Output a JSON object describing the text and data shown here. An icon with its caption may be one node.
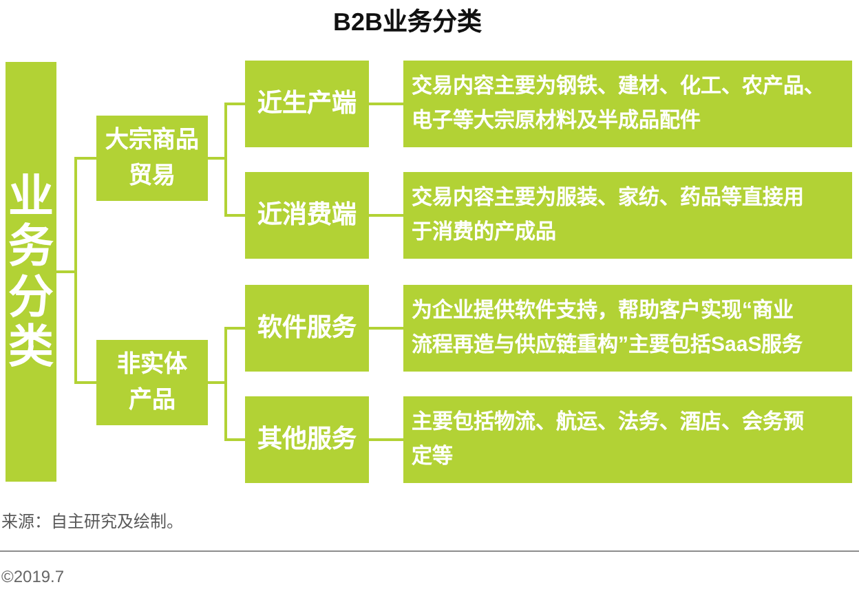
{
  "diagram": {
    "title": "B2B业务分类",
    "nodes": [
      {
        "text": [
          "业务分类"
        ]
      },
      {
        "text": [
          "大宗商品贸易"
        ]
      },
      {
        "text": [
          "近生产端"
        ]
      },
      {
        "text": [
          "交易内容主要为钢铁、建材、化工、农产品、电子等大宗原材料及半成品配件"
        ]
      },
      {
        "text": [
          "近消费端"
        ]
      },
      {
        "text": [
          "交易内容主要为服装、家纺、药品等直接用于消费的产成品"
        ]
      },
      {
        "text": [
          "非实体产品"
        ]
      },
      {
        "text": [
          "软件服务"
        ]
      },
      {
        "text": [
          "为企业提供软件支持，帮助客户实现“商业流程再造与供应链重构”主要包括SaaS服务"
        ]
      },
      {
        "text": [
          "其他服务"
        ]
      },
      {
        "text": [
          "主要包括物流、航运、法务、酒店、会务预定等"
        ]
      }
    ],
    "edges": [
      {
        "from": 0,
        "to": 1,
        "arrow": "none"
      },
      {
        "from": 0,
        "to": 6,
        "arrow": "none"
      },
      {
        "from": 1,
        "to": 2,
        "arrow": "none"
      },
      {
        "from": 1,
        "to": 4,
        "arrow": "none"
      },
      {
        "from": 6,
        "to": 7,
        "arrow": "none"
      },
      {
        "from": 6,
        "to": 9,
        "arrow": "none"
      },
      {
        "from": 2,
        "to": 3,
        "arrow": "none"
      },
      {
        "from": 4,
        "to": 5,
        "arrow": "none"
      },
      {
        "from": 7,
        "to": 8,
        "arrow": "none"
      },
      {
        "from": 9,
        "to": 10,
        "arrow": "none"
      }
    ],
    "labels": [
      "来源：自主研究及绘制。",
      "©2019.7"
    ]
  }
}
